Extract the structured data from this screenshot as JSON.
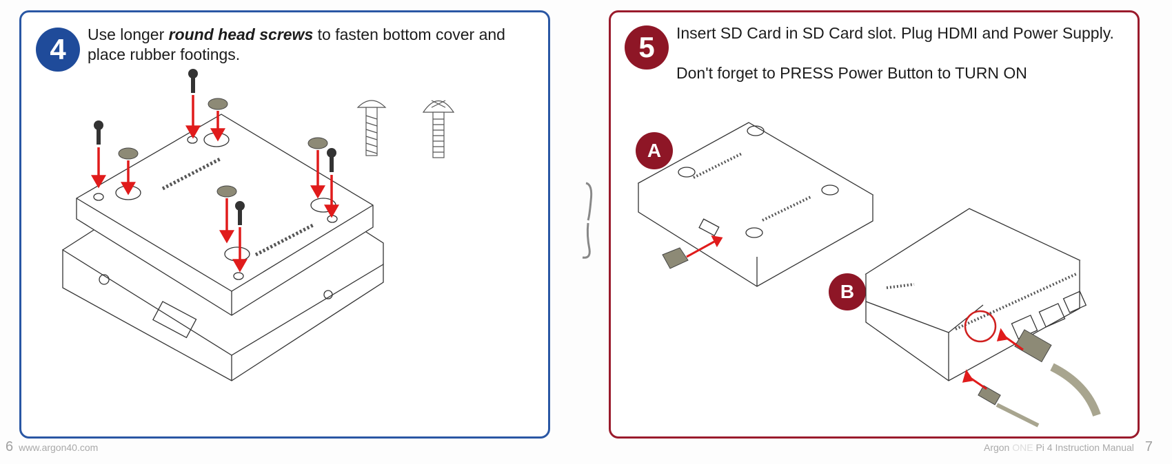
{
  "page": {
    "left_page_number": "6",
    "left_footer_url": "www.argon40.com",
    "right_footer_title_pre": "Argon",
    "right_footer_title_brand": "ONE",
    "right_footer_title_post": "Pi 4 Instruction Manual",
    "right_page_number": "7"
  },
  "colors": {
    "step4_accent": "#1f4b9a",
    "step5_accent": "#8e1626",
    "arrow_red": "#e01b1b"
  },
  "steps": [
    {
      "number": "4",
      "text_pre": "Use longer ",
      "text_emphasis": "round head screws",
      "text_post": " to fasten bottom cover and place rubber footings.",
      "illustration": "bottom-cover-screws-and-rubber-feet",
      "screw_types": [
        "slotted-round-head-screw-icon",
        "phillips-round-head-screw-icon"
      ]
    },
    {
      "number": "5",
      "line1": "Insert SD Card in SD Card slot. Plug HDMI and Power Supply.",
      "line2": "Don't forget to PRESS Power Button to TURN ON",
      "sub_labels": [
        "A",
        "B"
      ],
      "illustration": "sd-card-hdmi-power-connection"
    }
  ]
}
